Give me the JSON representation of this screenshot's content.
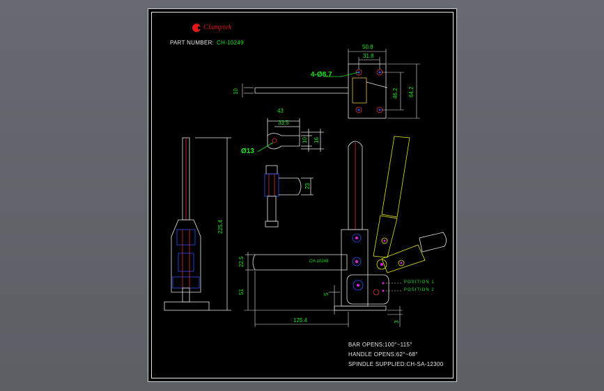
{
  "brand": {
    "logo_text": "Clamptek",
    "color": "#e01818"
  },
  "part": {
    "label": "PART NUMBER:",
    "value": "CH-10249"
  },
  "dims": {
    "d50_8": "50.8",
    "d31_8": "31.8",
    "holes": "4-Ø8.7",
    "d10_top": "10",
    "d46_2": "46.2",
    "d64_2": "64.2",
    "d43": "43",
    "d33_5": "33.5",
    "d10_b": "10",
    "d16": "16",
    "phi13": "Ø13",
    "d23": "23",
    "d225_4": "225.4",
    "d22_5": "22.5",
    "d51": "51",
    "d5": "5",
    "d125_4": "125.4",
    "d3": "3"
  },
  "labels": {
    "model_on_bar": "CH-10249",
    "pos1": "POSITION 1",
    "pos2": "POSITION 2"
  },
  "specs": {
    "bar_opens": "BAR OPENS:100°~115°",
    "handle_opens": "HANDLE OPENS:62°~68°",
    "spindle": "SPINDLE SUPPLIED:CH-SA-12300"
  },
  "colors": {
    "line": "#e8e8e8",
    "dim": "#19e619",
    "red": "#e03030",
    "blue": "#3050ff",
    "yellow": "#e6e619",
    "magenta": "#e020e0"
  }
}
